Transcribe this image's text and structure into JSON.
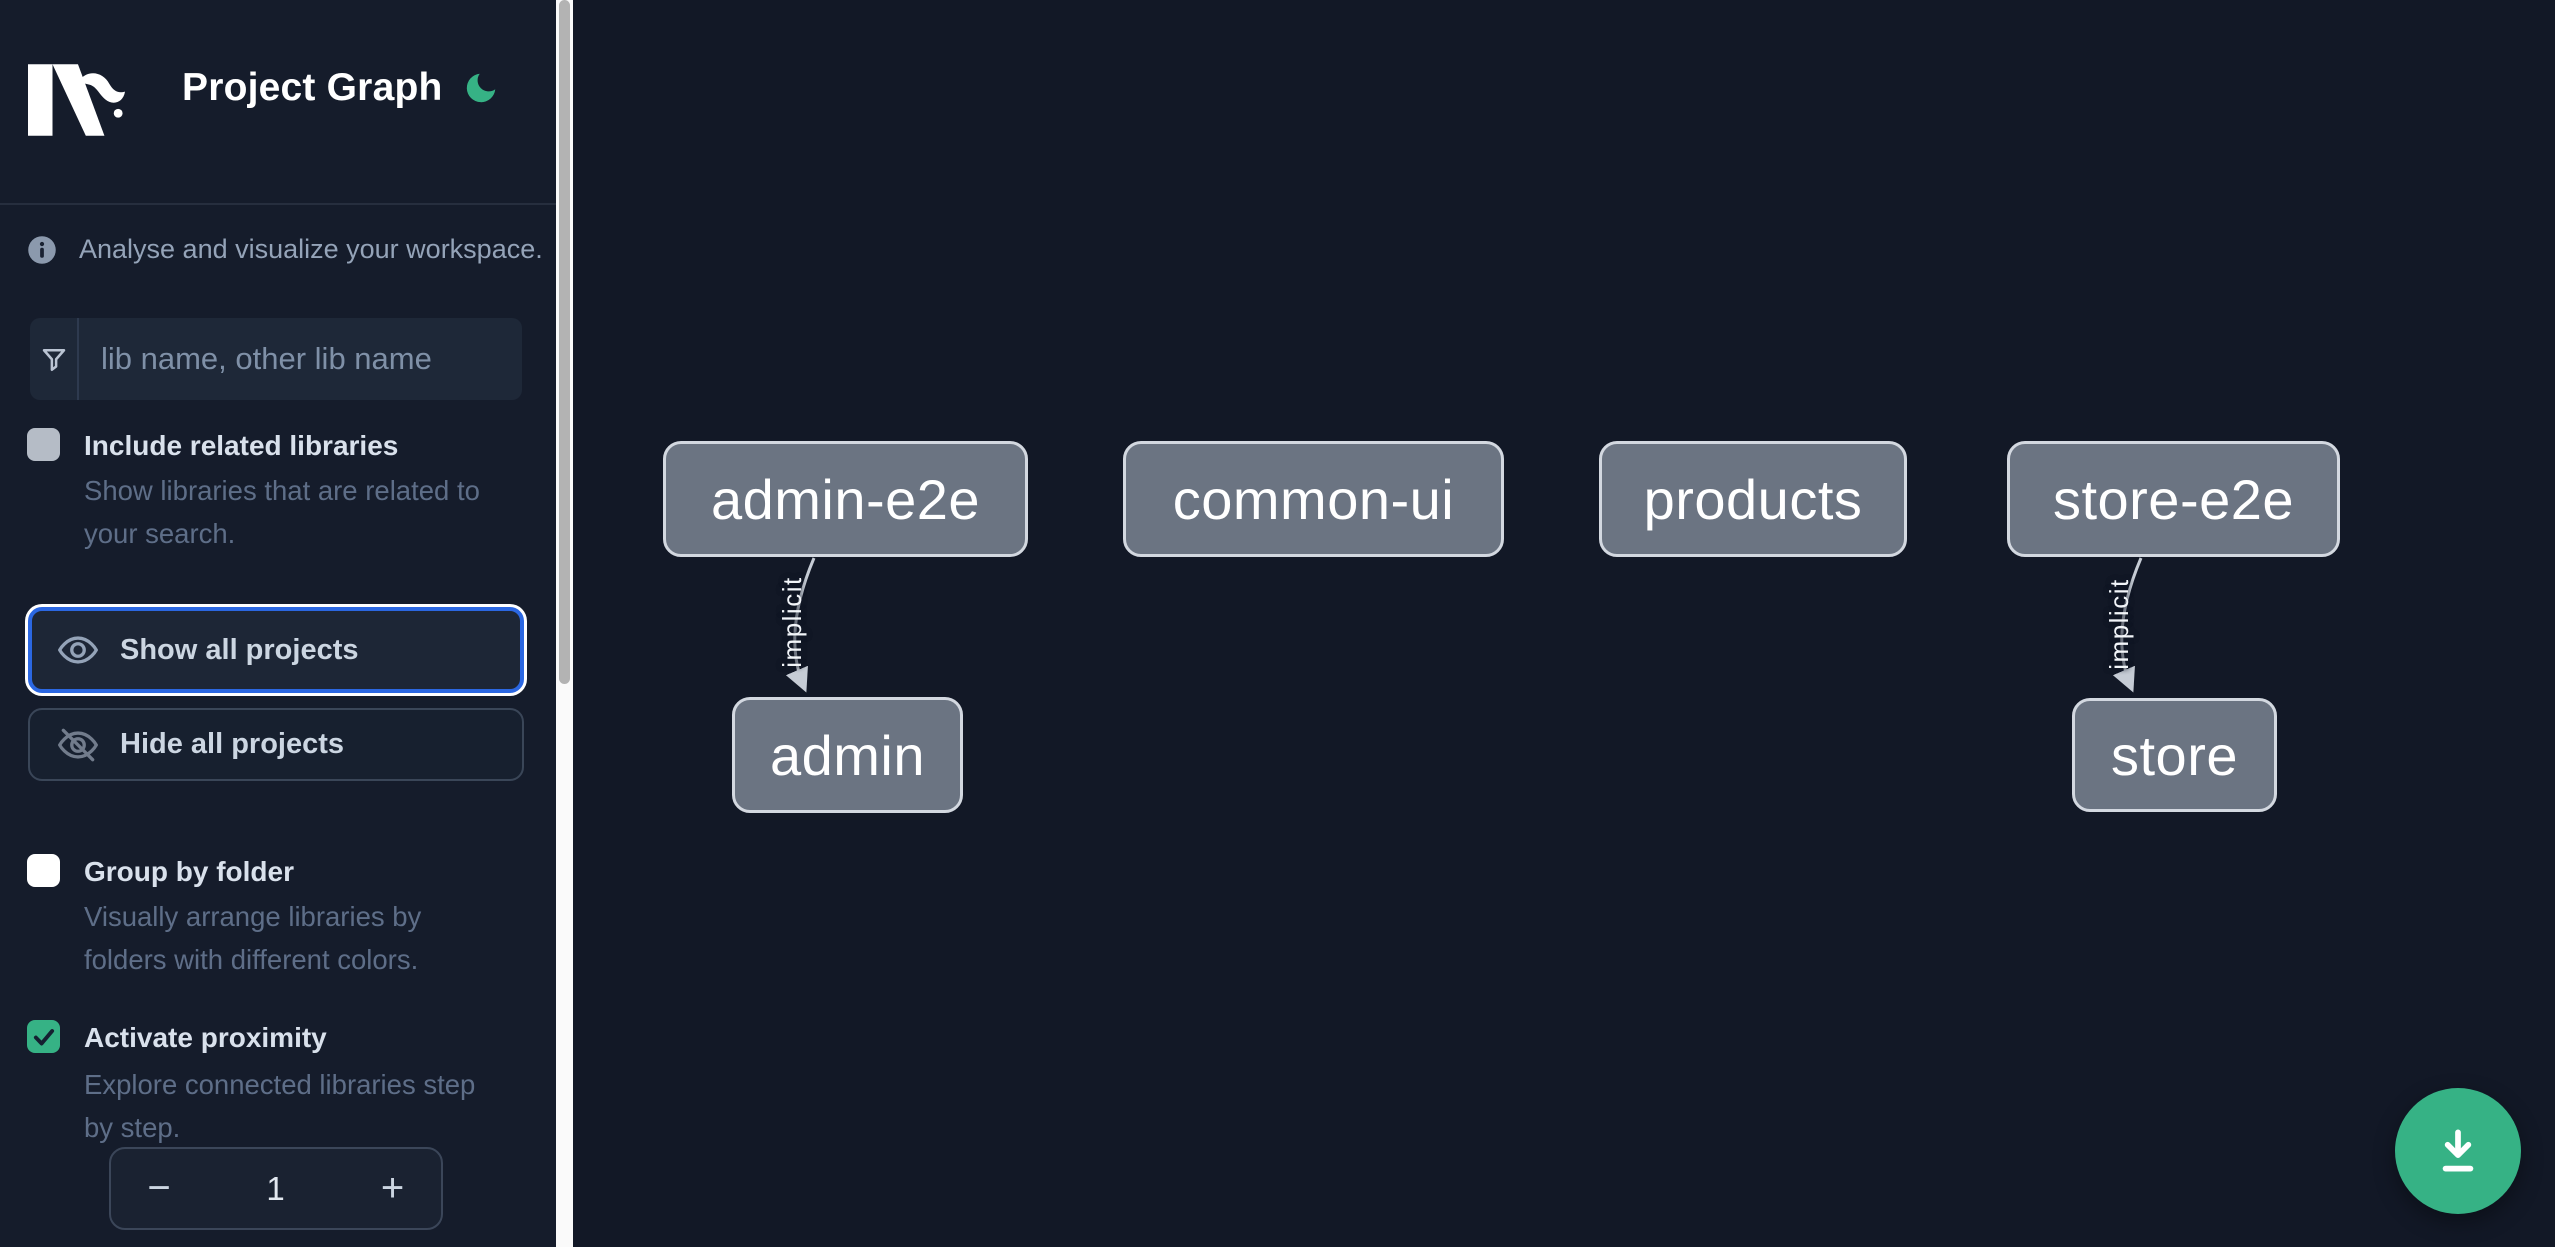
{
  "header": {
    "title": "Project Graph"
  },
  "sidebar": {
    "tagline": "Analyse and visualize your workspace.",
    "filter": {
      "placeholder": "lib name, other lib name"
    },
    "options": [
      {
        "label": "Include related libraries",
        "description": "Show libraries that are related to\nyour search.",
        "checked": false
      },
      {
        "label": "Group by folder",
        "description": "Visually arrange libraries by\nfolders with different colors.",
        "checked": false
      },
      {
        "label": "Activate proximity",
        "description": "Explore connected libraries step\nby step.",
        "checked": true
      }
    ],
    "actions": [
      {
        "label": "Show all projects"
      },
      {
        "label": "Hide all projects"
      }
    ],
    "stepper": {
      "decrement": "−",
      "value": "1",
      "increment": "+"
    }
  },
  "graph": {
    "nodes": [
      {
        "label": "admin-e2e"
      },
      {
        "label": "common-ui"
      },
      {
        "label": "products"
      },
      {
        "label": "store-e2e"
      },
      {
        "label": "admin"
      },
      {
        "label": "store"
      }
    ],
    "edges": [
      {
        "from": "admin-e2e",
        "to": "admin",
        "label": "implicit"
      },
      {
        "from": "store-e2e",
        "to": "store",
        "label": "implicit"
      }
    ]
  },
  "colors": {
    "accent_green": "#36b285",
    "focus_blue": "#2b67e2",
    "node_fill": "#6b7482",
    "node_border": "#d3d8e0",
    "edge": "#c6ccd5",
    "canvas_background": "#121826",
    "sidebar_background": "#151c2b"
  }
}
